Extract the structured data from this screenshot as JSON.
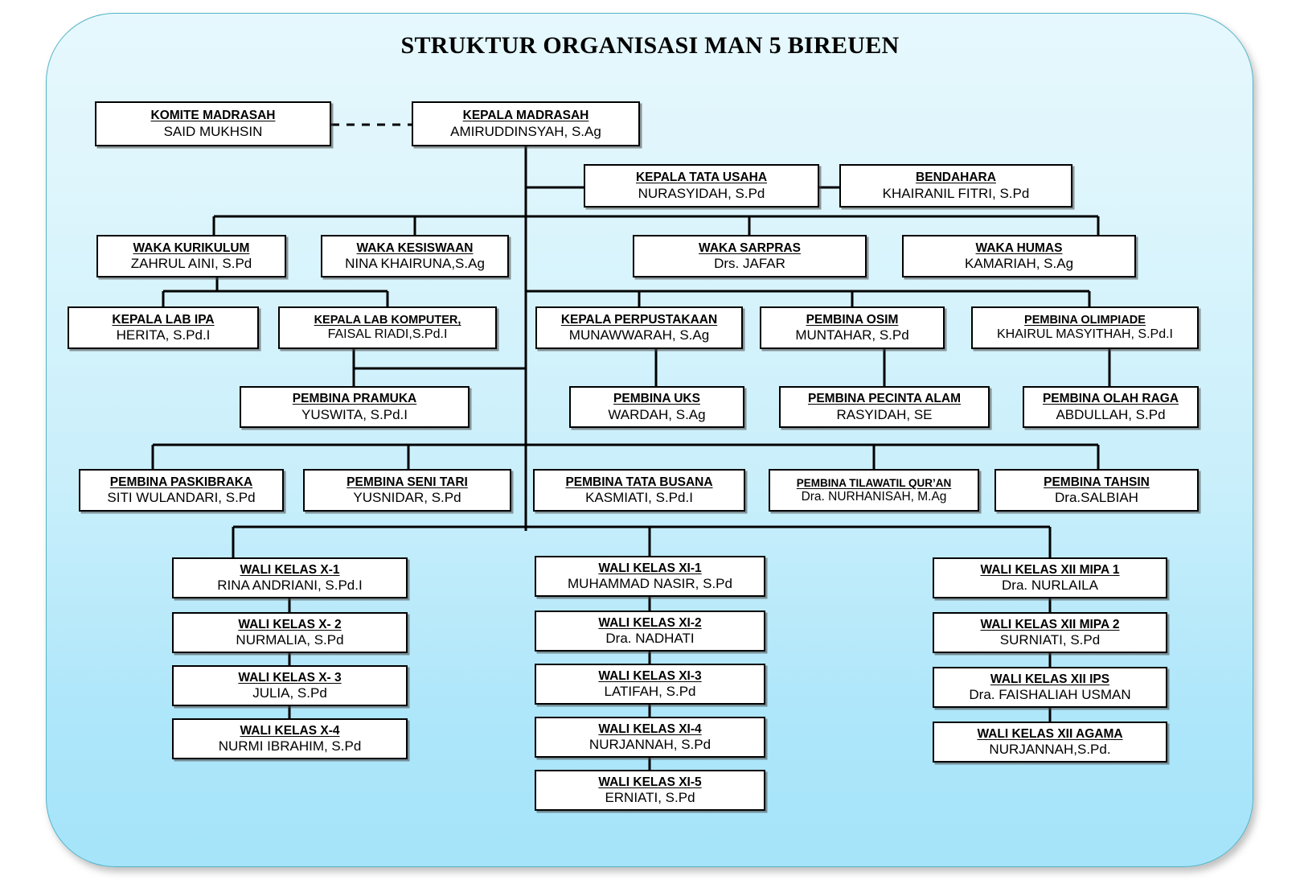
{
  "title": "STRUKTUR ORGANISASI MAN 5 BIREUEN",
  "theme": {
    "panel_top": "#e6f8fd",
    "panel_bottom": "#a5e4fa",
    "panel_border": "#55b4c8",
    "box_fill": "#ffffff",
    "box_border": "#000000",
    "text": "#000000"
  },
  "nodes": {
    "komite_madrasah": {
      "title": "KOMITE MADRASAH",
      "name": "SAID MUKHSIN"
    },
    "kepala_madrasah": {
      "title": "KEPALA MADRASAH",
      "name": "AMIRUDDINSYAH, S.Ag"
    },
    "kepala_tata_usaha": {
      "title": "KEPALA TATA USAHA",
      "name": "NURASYIDAH, S.Pd"
    },
    "bendahara": {
      "title": "BENDAHARA",
      "name": "KHAIRANIL FITRI, S.Pd"
    },
    "waka_kurikulum": {
      "title": "WAKA KURIKULUM",
      "name": "ZAHRUL AINI, S.Pd"
    },
    "waka_kesiswaan": {
      "title": "WAKA KESISWAAN",
      "name": "NINA KHAIRUNA,S.Ag"
    },
    "waka_sarpras": {
      "title": "WAKA SARPRAS",
      "name": "Drs. JAFAR"
    },
    "waka_humas": {
      "title": "WAKA HUMAS",
      "name": "KAMARIAH, S.Ag"
    },
    "kepala_lab_ipa": {
      "title": "KEPALA LAB IPA",
      "name": "HERITA, S.Pd.I"
    },
    "kepala_lab_komputer": {
      "title": "KEPALA LAB KOMPUTER",
      "title_suffix": ",",
      "name": "FAISAL RIADI,S.Pd.I"
    },
    "kepala_perpustakaan": {
      "title": "KEPALA PERPUSTAKAAN",
      "name": "MUNAWWARAH, S.Ag"
    },
    "pembina_osim": {
      "title": "PEMBINA OSIM",
      "name": "MUNTAHAR, S.Pd"
    },
    "pembina_olimpiade": {
      "title": "PEMBINA OLIMPIADE",
      "name": "KHAIRUL MASYITHAH, S.Pd.I"
    },
    "pembina_pramuka": {
      "title": "PEMBINA PRAMUKA",
      "name": "YUSWITA, S.Pd.I"
    },
    "pembina_uks": {
      "title": "PEMBINA UKS",
      "name": "WARDAH, S.Ag"
    },
    "pembina_pecinta_alam": {
      "title": "PEMBINA PECINTA ALAM",
      "name": "RASYIDAH, SE"
    },
    "pembina_olah_raga": {
      "title": "PEMBINA OLAH RAGA",
      "name": "ABDULLAH, S.Pd"
    },
    "pembina_paskibraka": {
      "title": "PEMBINA PASKIBRAKA",
      "name": "SITI WULANDARI, S.Pd"
    },
    "pembina_seni_tari": {
      "title": "PEMBINA SENI TARI",
      "name": "YUSNIDAR, S.Pd"
    },
    "pembina_tata_busana": {
      "title": "PEMBINA TATA BUSANA",
      "name": "KASMIATI, S.Pd.I"
    },
    "pembina_tilawatil": {
      "title": "PEMBINA TILAWATIL QUR’AN",
      "name": "Dra. NURHANISAH, M.Ag"
    },
    "pembina_tahsin": {
      "title": "PEMBINA TAHSIN",
      "name": "Dra.SALBIAH"
    },
    "wali_x1": {
      "title": "WALI KELAS X-1",
      "name": "RINA ANDRIANI, S.Pd.I"
    },
    "wali_x2": {
      "title": "WALI KELAS X- 2",
      "name": "NURMALIA, S.Pd"
    },
    "wali_x3": {
      "title": "WALI KELAS X- 3",
      "name": "JULIA, S.Pd"
    },
    "wali_x4": {
      "title": "WALI KELAS X-4",
      "name": "NURMI IBRAHIM, S.Pd"
    },
    "wali_xi1": {
      "title": "WALI KELAS XI-1",
      "name": "MUHAMMAD NASIR, S.Pd"
    },
    "wali_xi2": {
      "title": "WALI KELAS XI-2",
      "name": "Dra. NADHATI"
    },
    "wali_xi3": {
      "title": "WALI KELAS XI-3",
      "name": "LATIFAH, S.Pd"
    },
    "wali_xi4": {
      "title": "WALI KELAS XI-4",
      "name": "NURJANNAH, S.Pd"
    },
    "wali_xi5": {
      "title": "WALI KELAS XI-5",
      "name": "ERNIATI, S.Pd"
    },
    "wali_xii_mipa1": {
      "title": "WALI KELAS XII MIPA 1",
      "name": "Dra. NURLAILA"
    },
    "wali_xii_mipa2": {
      "title": "WALI KELAS XII MIPA 2",
      "name": "SURNIATI, S.Pd"
    },
    "wali_xii_ips": {
      "title": "WALI KELAS XII IPS",
      "name": "Dra. FAISHALIAH USMAN"
    },
    "wali_xii_agama": {
      "title": "WALI KELAS XII AGAMA",
      "name": "NURJANNAH,S.Pd."
    }
  }
}
